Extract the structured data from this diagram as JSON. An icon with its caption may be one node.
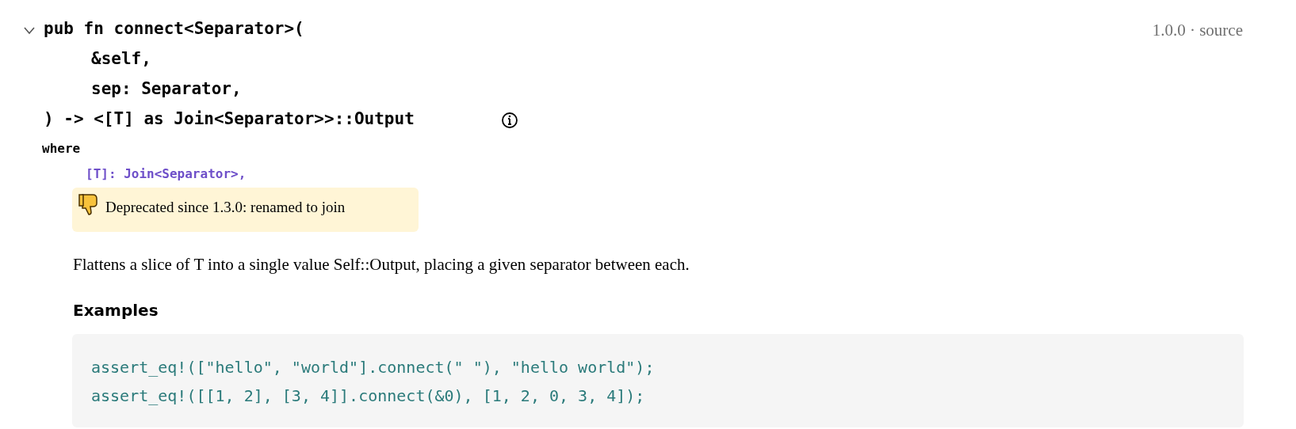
{
  "diagram": {
    "nodes": [
      {
        "text": [
          "Deprecated since 1.3.0: renamed to join"
        ]
      },
      {
        "text": [
          "assert_eq!([\"hello\", \"world\"].connect(\" \"), \"hello world\");",
          "assert_eq!([[1, 2], [3, 4]].connect(&0), [1, 2, 0, 3, 4]);"
        ]
      }
    ],
    "edges": [],
    "labels": [
      "pub fn connect<Separator>(",
      "&self,",
      "sep: Separator,",
      ") -> <[T] as Join<Separator>>::Output",
      "1.0.0 · source",
      "where",
      "[T]: Join<Separator>,",
      "Flattens a slice of T into a single value Self::Output, placing a given separator between each.",
      "Examples"
    ]
  }
}
